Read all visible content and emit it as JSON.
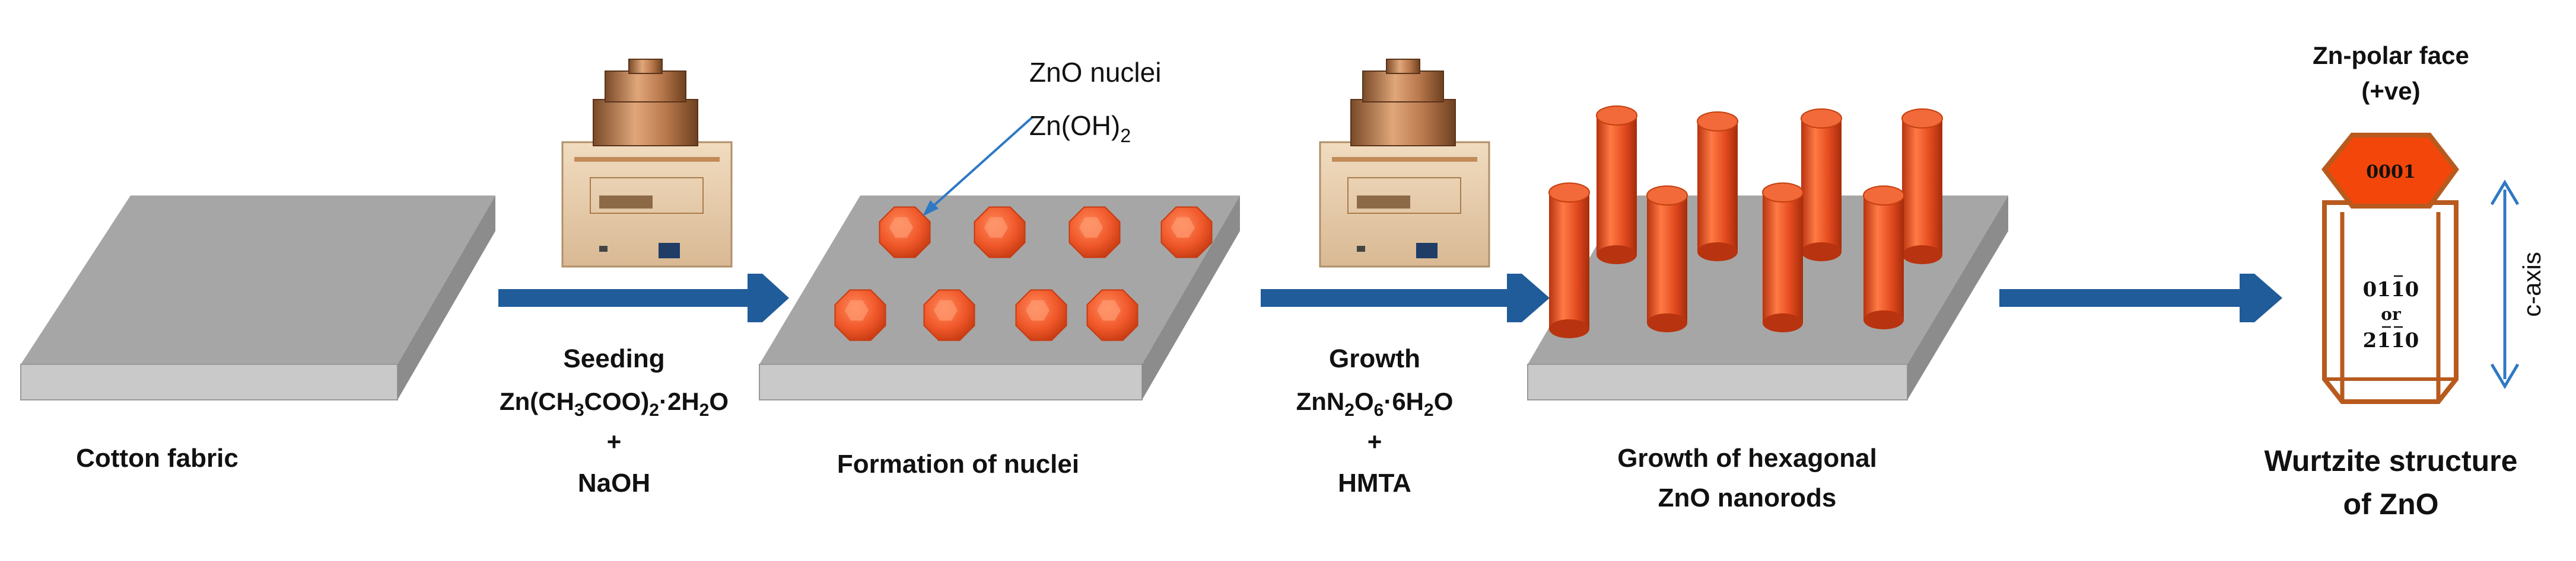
{
  "labels": {
    "cotton_fabric": "Cotton fabric",
    "seeding_title": "Seeding",
    "seeding_formula_main": "Zn(CH",
    "seeding_formula_sub1": "3",
    "seeding_formula_mid": "COO)",
    "seeding_formula_sub2": "2",
    "seeding_formula_dot": "·2H",
    "seeding_formula_sub3": "2",
    "seeding_formula_end": "O",
    "seeding_plus": "+",
    "seeding_reagent2": "NaOH",
    "nuclei_callout_1": "ZnO nuclei",
    "nuclei_callout_2_main": "Zn(OH)",
    "nuclei_callout_2_sub": "2",
    "formation_of_nuclei": "Formation of nuclei",
    "growth_title": "Growth",
    "growth_formula_a": "ZnN",
    "growth_formula_sub1": "2",
    "growth_formula_b": "O",
    "growth_formula_sub2": "6",
    "growth_formula_c": "·6H",
    "growth_formula_sub3": "2",
    "growth_formula_d": "O",
    "growth_plus": "+",
    "growth_reagent2": "HMTA",
    "growth_caption_1": "Growth of hexagonal",
    "growth_caption_2": "ZnO nanorods",
    "zn_polar_1": "Zn-polar face",
    "zn_polar_2": "(+ve)",
    "top_face": "0001",
    "side_face_1": "0110",
    "side_face_or": "or",
    "side_face_2": "2110",
    "c_axis": "c-axis",
    "wurtzite_1": "Wurtzite structure",
    "wurtzite_2": "of ZnO"
  },
  "colors": {
    "slab_top": "#a6a6a6",
    "slab_front": "#c9c9c9",
    "arrow": "#1f5c99",
    "nucleus": "#f0582a",
    "rod": "#e2491e",
    "hex_face": "#f3460a",
    "hex_edge": "#b85a1e",
    "callout_line": "#2f78c4"
  }
}
